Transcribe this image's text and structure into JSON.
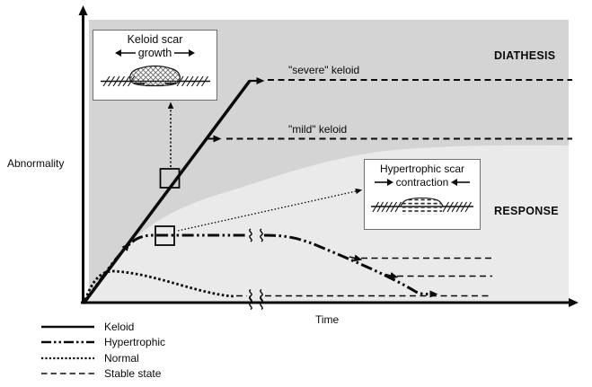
{
  "axes": {
    "y_label": "Abnormality",
    "x_label": "Time"
  },
  "regions": {
    "diathesis": "DIATHESIS",
    "response": "RESPONSE"
  },
  "annotations": {
    "severe_keloid": "\"severe\" keloid",
    "mild_keloid": "\"mild\" keloid"
  },
  "insets": {
    "keloid_box": {
      "title": "Keloid scar",
      "label": "growth"
    },
    "hypertrophic_box": {
      "title": "Hypertrophic scar",
      "label": "contraction"
    }
  },
  "legend": {
    "items": [
      {
        "label": "Keloid",
        "style": "solid"
      },
      {
        "label": "Hypertrophic",
        "style": "dash-dot-dot"
      },
      {
        "label": "Normal",
        "style": "dotted"
      },
      {
        "label": "Stable state",
        "style": "dashed"
      }
    ]
  },
  "icons": {
    "growth_arrows": "outward-arrows",
    "contraction_arrows": "inward-arrows",
    "axis_breaks": "double-squiggle-break-marks"
  },
  "colors": {
    "diathesis_bg": "#d4d4d4",
    "response_bg": "#eaeaea",
    "line": "#0a0a0a",
    "page_bg": "#ffffff",
    "box_border": "#6f6f6f"
  },
  "chart_data": {
    "type": "line",
    "title": "",
    "xlabel": "Time",
    "ylabel": "Abnormality",
    "x_axis": "qualitative, axis break after early period",
    "y_axis": "qualitative (no ticks)",
    "grid": false,
    "legend_position": "bottom-left",
    "regions": [
      {
        "label": "DIATHESIS",
        "area": "upper shaded band"
      },
      {
        "label": "RESPONSE",
        "area": "lower lighter band"
      }
    ],
    "series": [
      {
        "name": "Keloid",
        "style": "solid",
        "points_pct": [
          [
            0,
            0
          ],
          [
            34,
            100
          ]
        ],
        "stable_states": [
          "\"severe\" keloid at 100",
          "\"mild\" keloid at 74] branch"
        ]
      },
      {
        "name": "Hypertrophic",
        "style": "dash-dot-dot",
        "points_pct": [
          [
            0,
            0
          ],
          [
            9,
            30
          ],
          [
            34,
            30
          ],
          [
            44,
            30
          ],
          [
            52,
            20
          ],
          [
            60,
            12
          ],
          [
            66,
            4
          ],
          [
            73,
            4
          ]
        ]
      },
      {
        "name": "Normal",
        "style": "dotted",
        "points_pct": [
          [
            0,
            0
          ],
          [
            6,
            14
          ],
          [
            20,
            7
          ],
          [
            31,
            3
          ]
        ]
      },
      {
        "name": "Stable state",
        "style": "dashed",
        "levels_pct": [
          100,
          74,
          20,
          12,
          3
        ]
      }
    ],
    "callouts": [
      {
        "from": "marker box on Keloid line",
        "to": "inset: Keloid scar — growth"
      },
      {
        "from": "marker box on Hypertrophic line",
        "to": "inset: Hypertrophic scar — contraction"
      }
    ]
  }
}
